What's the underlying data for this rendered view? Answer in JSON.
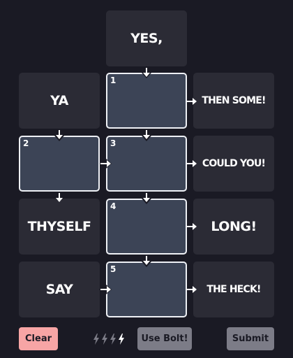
{
  "top_clue": "YES,",
  "clues": {
    "ya": "YA",
    "then_some": "THEN SOME!",
    "could_you": "COULD YOU!",
    "thyself": "THYSELF",
    "long": "LONG!",
    "say": "SAY",
    "the_heck": "THE HECK!"
  },
  "slots": [
    "1",
    "2",
    "3",
    "4",
    "5"
  ],
  "controls": {
    "clear": "Clear",
    "use_bolt": "Use Bolt!",
    "submit": "Submit"
  },
  "bolts": {
    "total": 4,
    "highlighted": 1
  },
  "colors": {
    "background": "#1a1a24",
    "tile": "#2b2b35",
    "slot": "#3c4456",
    "clear_button": "#f7a5a5",
    "gray_button": "#7c7c87"
  }
}
